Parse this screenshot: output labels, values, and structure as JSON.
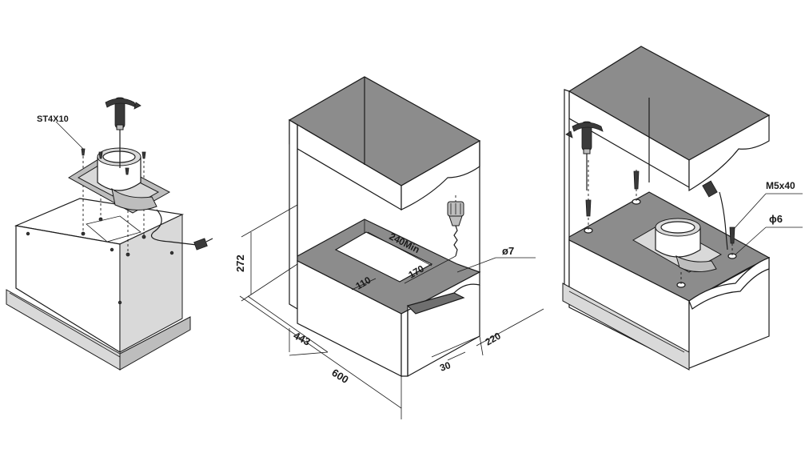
{
  "figure1": {
    "screw_label": "ST4X10"
  },
  "figure2": {
    "dim_height": "272",
    "dim_depth": "443",
    "dim_width": "600",
    "dim_cutout_depth": "240Min",
    "dim_front_offset": "110",
    "dim_cutout_width": "170",
    "dim_hole": "ø7",
    "dim_side": "220",
    "dim_edge": "30"
  },
  "figure3": {
    "bolt_label": "M5x40",
    "hole_label": "ϕ6"
  }
}
